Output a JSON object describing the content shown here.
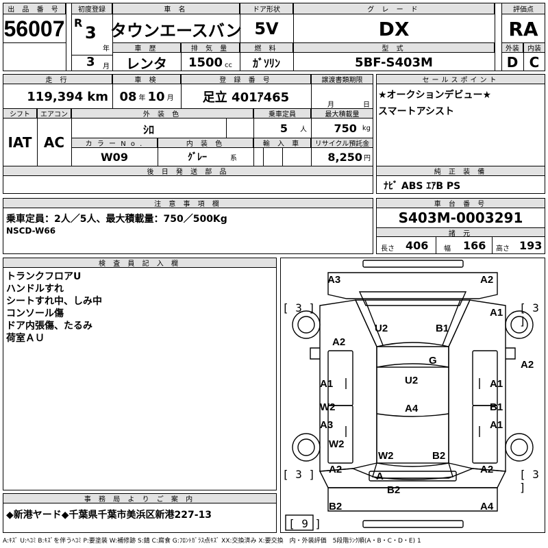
{
  "header_labels": {
    "lot_number": "出 品 番 号",
    "first_reg": "初度登録",
    "car_name": "車 名",
    "door": "ドア形状",
    "grade": "グ レ ー ド",
    "score": "評価点",
    "history": "車 歴",
    "displacement": "排 気 量",
    "fuel": "燃 料",
    "model": "型 式",
    "exterior": "外装",
    "interior": "内装",
    "mileage": "走 行",
    "inspection": "車 検",
    "plate": "登 録 番 号",
    "transfer_docs": "譲渡書類期限",
    "sales_point": "セールスポイント",
    "shift": "シフト",
    "aircon": "エアコン",
    "ext_color": "外 装 色",
    "capacity": "乗車定員",
    "max_load": "最大積載量",
    "color_no": "カ ラ ー N o .",
    "int_color": "内 装 色",
    "import": "輸 入 車",
    "recycle": "リサイクル預託金",
    "later_parts": "後 日 発 送 部 品",
    "genuine": "純 正 装 備",
    "notes": "注 意 事 項 欄",
    "chassis": "車 台 番 号",
    "dims": "諸 元",
    "inspector": "検 査 員 記 入 欄",
    "office": "事 務 局 よ り ご 案 内"
  },
  "vehicle": {
    "lot_number": "56007",
    "era": "R",
    "reg_year": "3",
    "year_unit": "年",
    "reg_month": "3",
    "month_unit": "月",
    "car_name": "タウンエースバン",
    "door": "5V",
    "grade": "DX",
    "score": "RA",
    "history": "レンタ",
    "displacement": "1500",
    "displacement_unit": "cc",
    "fuel": "ｶﾞｿﾘﾝ",
    "model": "5BF-S403M",
    "exterior_score": "D",
    "interior_score": "C",
    "mileage": "119,394",
    "mileage_unit": "km",
    "inspection_year": "08",
    "inspection_year_unit": "年",
    "inspection_month": "10",
    "inspection_month_unit": "月",
    "plate": "足立 401ｱ465",
    "transfer_month_unit": "月",
    "transfer_day_unit": "日",
    "shift": "IAT",
    "aircon": "AC",
    "ext_color": "ｼﾛ",
    "capacity": "5",
    "capacity_unit": "人",
    "max_load": "750",
    "max_load_unit": "kg",
    "color_no": "W09",
    "int_color": "ｸﾞﾚｰ",
    "int_color_unit": "系",
    "recycle": "8,250",
    "recycle_unit": "円",
    "chassis": "S403M-0003291",
    "dim_length_label": "長さ",
    "dim_length": "406",
    "dim_width_label": "幅",
    "dim_width": "166",
    "dim_height_label": "高さ",
    "dim_height": "193"
  },
  "sales_points": [
    "★オークションデビュー★",
    "スマートアシスト"
  ],
  "genuine_equipment": "ﾅﾋﾞ ABS ｴｱB PS",
  "notes": [
    "乗車定員：2人／5人、最大積載量：750／500Kg",
    "NSCD-W66"
  ],
  "inspector_notes": [
    "トランクフロアU",
    "ハンドルすれ",
    "シートすれ中、しみ中",
    "コンソール傷",
    "ドア内張傷、たるみ",
    "荷室ＡＵ"
  ],
  "office_notice": "◆新港ヤード◆千葉県千葉市美浜区新港227-13",
  "legend": "A:ｷｽﾞ U:ﾍｺﾐ B:ｷｽﾞを伴うﾍｺﾐ P:要塗装 W:補修跡 S:錆 C:腐食 G:ﾌﾛﾝﾄｶﾞﾗｽ点ｷｽﾞ XX:交換済み X:要交換　内・外装評価　5段階ﾗﾝｸ順(A・B・C・D・E) 1",
  "diagram": {
    "marks": {
      "top_left": "A3",
      "top_right": "A2",
      "front_right": "A1",
      "front_left_fender": "A2",
      "hood_left": "U2",
      "hood_right": "B1",
      "windshield": "G",
      "front_right_edge": "A2",
      "roof_top": "U2",
      "left_front_door": "A1",
      "right_front_door": "A1",
      "roof": "A4",
      "left_rear_w": "W2",
      "right_rear_door": "B1",
      "left_rear_a": "A3",
      "right_rear_a": "A1",
      "left_quarter": "W2",
      "rear_glass_left": "W2",
      "rear_glass_right": "B2",
      "rear_left": "A2",
      "rear_right": "A2",
      "back_a": "A",
      "back_b": "B2",
      "bottom_left": "B2",
      "bottom_right": "A4"
    },
    "brackets": {
      "front_left": "[ 3 ]",
      "front_right": "[ 3 ]",
      "rear_left": "[ 3 ]",
      "rear_right": "[ 3 ]",
      "spare": "[ 9 ]"
    }
  }
}
